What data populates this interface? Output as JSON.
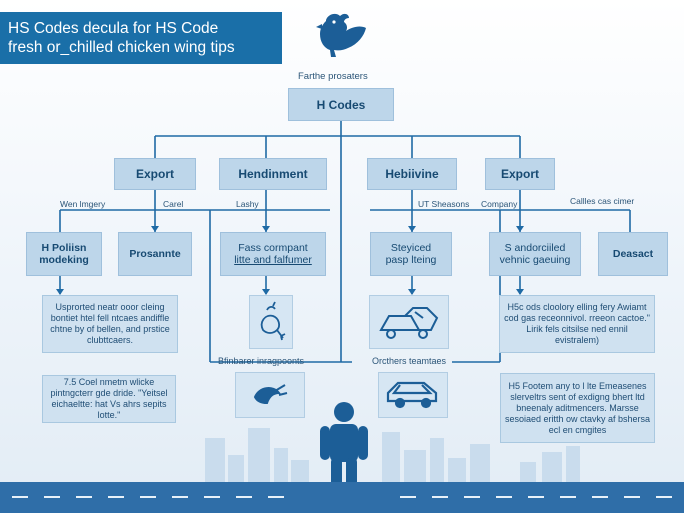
{
  "title": {
    "line1": "HS Codes decula for HS Code",
    "line2": "fresh or_chilled chicken wing tips"
  },
  "subtitle": "Farthe prosaters",
  "root": {
    "label": "H Codes"
  },
  "level1": [
    {
      "label": "Export"
    },
    {
      "label": "Hendinment"
    },
    {
      "label": "Hebiivine"
    },
    {
      "label": "Export"
    }
  ],
  "side_labels": {
    "left_a": "Wen lmgery",
    "left_b": "Carel",
    "left_c": "Lashy",
    "right_a": "UT Sheasons",
    "right_b": "Company",
    "right_c": "Callles cas cimer"
  },
  "level2": [
    {
      "line1": "H Poliisn",
      "line2": "modeking"
    },
    {
      "line1": "Prosannte",
      "line2": ""
    },
    {
      "line1": "Fass cormpant",
      "line2": "litte and falfumer"
    },
    {
      "line1": "Steyiced",
      "line2": "pasp lteing"
    },
    {
      "line1": "S andorciiled",
      "line2": "vehnic gaeuing"
    },
    {
      "line1": "Deasact",
      "line2": ""
    }
  ],
  "descriptions": {
    "left_top": "Usprorted neatr ooor cleing bontiet htel fell ntcaes andiffle chtne by of bellen, and prstice clubttcaers.",
    "left_bottom": "7.5 Coel nmetm wlicke pintngcterr gde dride. \"Yeitsel eichaeltte: hat Vs ahrs sepits lotte.\"",
    "right_top": "H5c ods cloolory elling fery Awiamt cod gas receonnivol. rreeon cactoe.\" Lirik fels citsilse ned ennil evistralem)",
    "right_bottom": "H5 Footem any to l lte Emeasenes slerveltrs sent of exdigng bhert ltd bneenaly aditmencers. Marsse sesoiaed eritth ow ctavky af bshersa ecl en cmgites"
  },
  "captions": {
    "icon_left": "Bfinbarer inragpoonts",
    "icon_right": "Orcthers teamtaes"
  },
  "icons": [
    "chicken-icon",
    "chicken-leg-icon",
    "truck-icon",
    "wing-icon",
    "car-icon",
    "person-icon"
  ],
  "colors": {
    "banner": "#1a6fa8",
    "box": "#bdd6ea",
    "line": "#1f6aa5",
    "road": "#2f6ea8",
    "icon": "#1c5e97"
  }
}
